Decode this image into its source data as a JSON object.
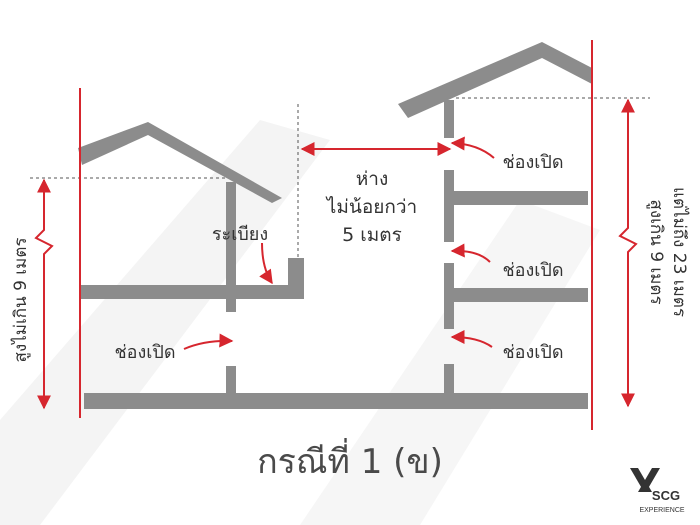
{
  "colors": {
    "structure": "#8c8c8c",
    "dimension": "#d6262e",
    "text": "#333333",
    "background_shape": "#f3f3f3"
  },
  "labels": {
    "distance_line1": "ห่าง",
    "distance_line2": "ไม่น้อยกว่า",
    "distance_line3": "5 เมตร",
    "balcony": "ระเบียง",
    "opening": "ช่องเปิด",
    "left_height": "สูงไม่เกิน 9 เมตร",
    "right_height_line1": "สูงเกิน 9 เมตร",
    "right_height_line2": "แต่ไม่ถึง 23 เมตร",
    "caption": "กรณีที่ 1 (ข)"
  },
  "logo": {
    "brand": "SCG",
    "sub": "EXPERIENCE",
    "icon": "scg-x-logo-icon"
  }
}
